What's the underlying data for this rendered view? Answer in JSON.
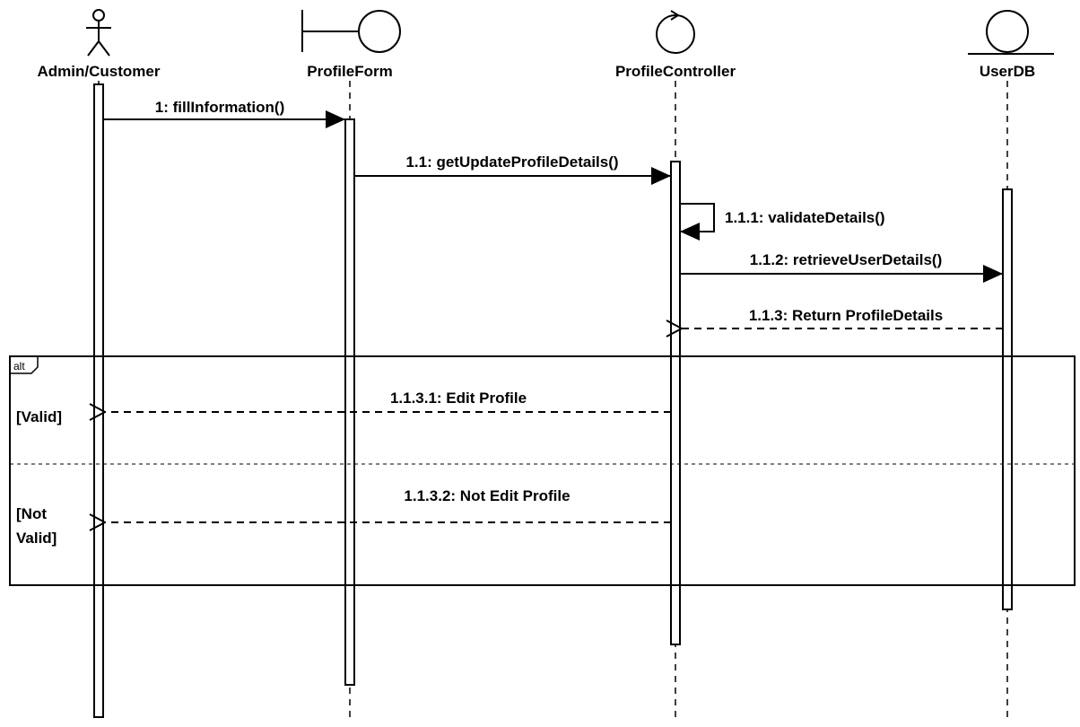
{
  "participants": {
    "actor": {
      "name": "Admin/Customer",
      "icon": "actor-stick-figure-icon"
    },
    "form": {
      "name": "ProfileForm",
      "icon": "boundary-icon"
    },
    "controller": {
      "name": "ProfileController",
      "icon": "control-icon"
    },
    "db": {
      "name": "UserDB",
      "icon": "entity-icon"
    }
  },
  "messages": {
    "m1": "1: fillInformation()",
    "m11": "1.1: getUpdateProfileDetails()",
    "m111": "1.1.1: validateDetails()",
    "m112": "1.1.2: retrieveUserDetails()",
    "m113": "1.1.3: Return ProfileDetails",
    "m1131": "1.1.3.1: Edit Profile",
    "m1132": "1.1.3.2: Not Edit Profile"
  },
  "fragment": {
    "operator": "alt",
    "guard_valid": "[Valid]",
    "guard_not_valid_line1": "[Not",
    "guard_not_valid_line2": "Valid]"
  },
  "colors": {
    "stroke": "#000000",
    "background": "#ffffff"
  }
}
